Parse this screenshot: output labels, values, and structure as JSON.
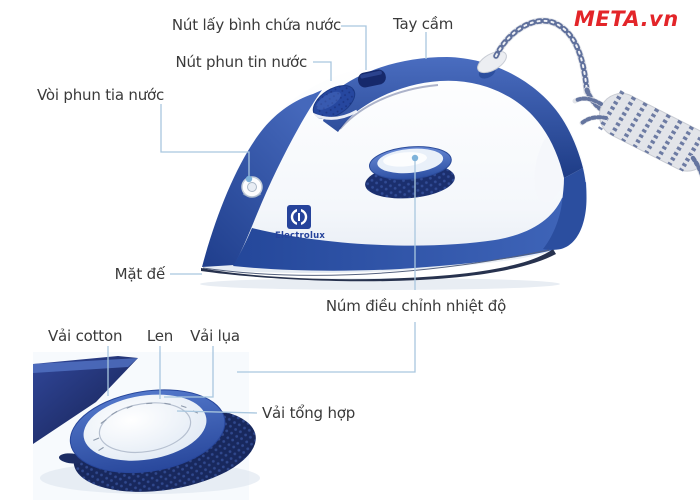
{
  "watermark": {
    "text": "META.vn"
  },
  "product": {
    "kind": "steam-iron-parts-diagram",
    "brand_logo_text": "Electrolux"
  },
  "callouts": {
    "tank_release": "Nút lấy bình chứa nước",
    "handle": "Tay cầm",
    "spray_button": "Nút phun tin nước",
    "spray_nozzle": "Vòi phun tia nước",
    "soleplate": "Mặt đế",
    "temperature_dial": "Núm điều chỉnh nhiệt độ",
    "fabric_cotton": "Vải cotton",
    "fabric_wool": "Len",
    "fabric_silk": "Vải lụa",
    "fabric_synthetic": "Vải tổng hợp"
  },
  "colors": {
    "leader_line": "#a9c7df",
    "label_text": "#3a3a3a",
    "watermark_red": "#e32529",
    "iron_blue": "#2e51a3",
    "iron_navy": "#17285e",
    "logo_blue": "#26439b"
  }
}
